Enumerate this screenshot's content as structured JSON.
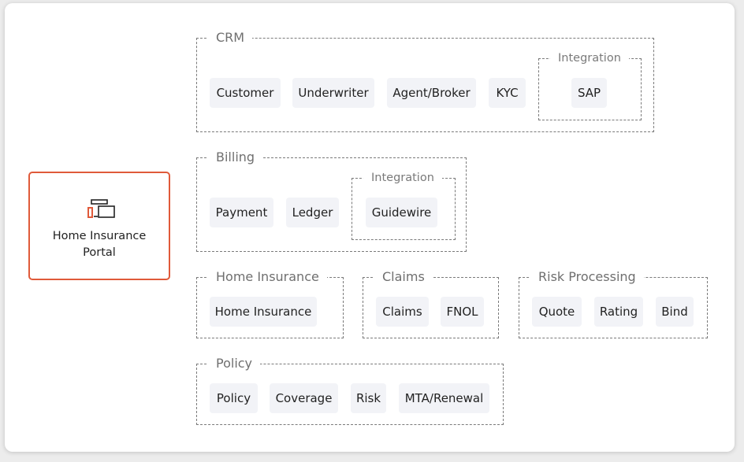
{
  "portal": {
    "title": "Home Insurance\nPortal",
    "icon": "devices-icon",
    "accent_color": "#e05a3a"
  },
  "groups": {
    "crm": {
      "title": "CRM",
      "items": [
        "Customer",
        "Underwriter",
        "Agent/Broker",
        "KYC"
      ],
      "integration": {
        "title": "Integration",
        "items": [
          "SAP"
        ]
      }
    },
    "billing": {
      "title": "Billing",
      "items": [
        "Payment",
        "Ledger"
      ],
      "integration": {
        "title": "Integration",
        "items": [
          "Guidewire"
        ]
      }
    },
    "home_insurance": {
      "title": "Home Insurance",
      "items": [
        "Home Insurance"
      ]
    },
    "claims": {
      "title": "Claims",
      "items": [
        "Claims",
        "FNOL"
      ]
    },
    "risk_processing": {
      "title": "Risk Processing",
      "items": [
        "Quote",
        "Rating",
        "Bind"
      ]
    },
    "policy": {
      "title": "Policy",
      "items": [
        "Policy",
        "Coverage",
        "Risk",
        "MTA/Renewal"
      ]
    }
  }
}
